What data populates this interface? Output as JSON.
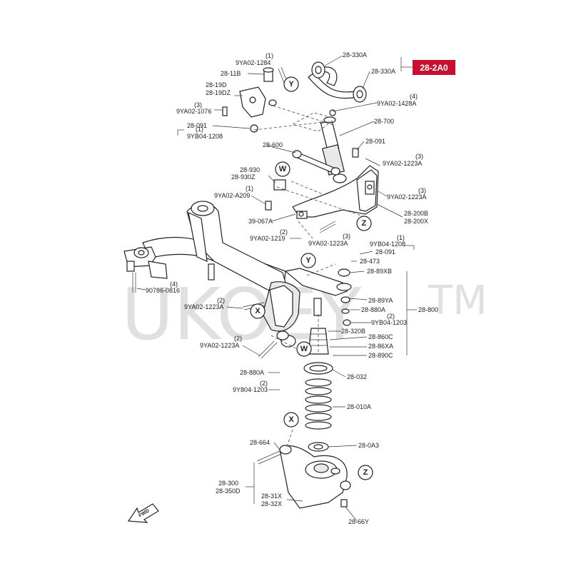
{
  "diagram": {
    "badge": "28-2A0",
    "watermark": "UKOEY",
    "watermark_tm": "TM",
    "fwd_label": "FWD",
    "callouts": [
      "Y",
      "W",
      "Z",
      "Y",
      "X",
      "W",
      "X",
      "Z"
    ],
    "labels": [
      "(1)",
      "9YA02-1284",
      "28-11B",
      "28-19D",
      "28-19DZ",
      "(3)",
      "9YA02-1076",
      "28-091",
      "(1)",
      "9YB04-1208",
      "28-330A",
      "28-330A",
      "(4)",
      "9YA02-1428A",
      "28-700",
      "28-091",
      "28-600",
      "(3)",
      "9YA02-1223A",
      "(3)",
      "9YA02-1223A",
      "28-930",
      "28-930Z",
      "(1)",
      "9YA02-A209",
      "39-067A",
      "(2)",
      "9YA02-1219",
      "(3)",
      "9YA02-1223A",
      "28-200B",
      "28-200X",
      "(1)",
      "9YB04-1208",
      "28-091",
      "28-473",
      "(4)",
      "90786-0816",
      "(2)",
      "9YA02-1223A",
      "28-89XB",
      "28-89YA",
      "28-880A",
      "(2)",
      "9YB04-1203",
      "28-800",
      "28-320B",
      "28-860C",
      "28-86XA",
      "28-890C",
      "(2)",
      "9YA02-1223A",
      "28-880A",
      "(2)",
      "9Y804-1203",
      "28-032",
      "28-010A",
      "28-664",
      "28-0A3",
      "28-300",
      "28-350D",
      "28-31X",
      "28-32X",
      "28-66Y"
    ]
  }
}
